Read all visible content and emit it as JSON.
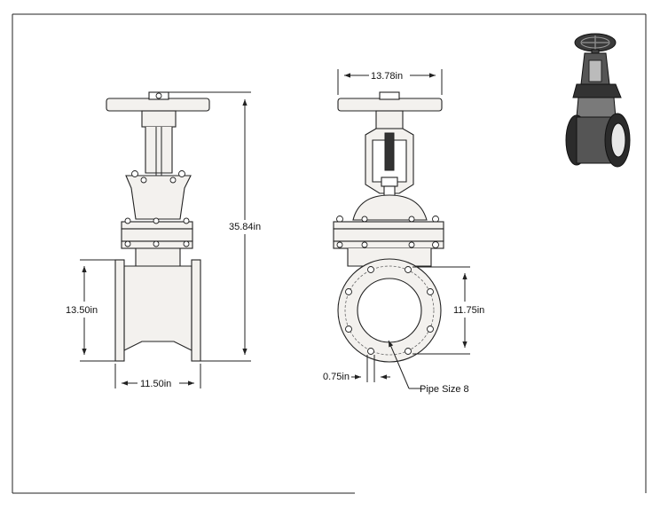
{
  "drawing": {
    "dimensions": {
      "overall_height": "35.84in",
      "flange_height": "13.50in",
      "face_to_face": "11.50in",
      "handwheel_diameter": "13.78in",
      "bolt_circle": "11.75in",
      "flange_thickness": "0.75in"
    },
    "callout": {
      "pipe_size": "Pipe Size 8"
    },
    "colors": {
      "line": "#222222",
      "body_fill": "#f3f1ee",
      "iso_dark": "#2b2b2b"
    }
  }
}
